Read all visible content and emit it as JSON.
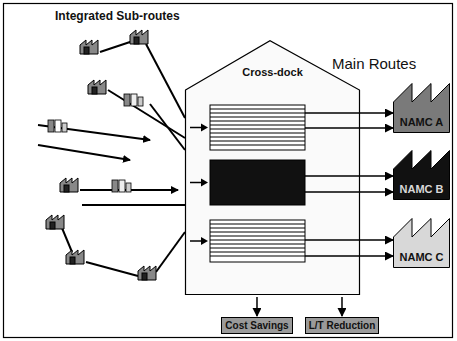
{
  "diagram": {
    "nodes": [
      {
        "text": [
          "Cross-dock"
        ]
      },
      {
        "text": [
          "NAMC A"
        ]
      },
      {
        "text": [
          "NAMC B"
        ]
      },
      {
        "text": [
          "NAMC C"
        ]
      },
      {
        "text": [
          "Cost Savings"
        ]
      },
      {
        "text": [
          "L/T Reduction"
        ]
      }
    ],
    "edges": [
      {
        "from": 0,
        "to": 1,
        "arrow": "to"
      },
      {
        "from": 0,
        "to": 1,
        "arrow": "to"
      },
      {
        "from": 0,
        "to": 2,
        "arrow": "to"
      },
      {
        "from": 0,
        "to": 2,
        "arrow": "to"
      },
      {
        "from": 0,
        "to": 3,
        "arrow": "to"
      },
      {
        "from": 0,
        "to": 3,
        "arrow": "to"
      },
      {
        "from": 0,
        "to": 4,
        "arrow": "to"
      },
      {
        "from": 0,
        "to": 5,
        "arrow": "to"
      }
    ],
    "labels": [
      "Integrated Sub-routes",
      "Main Routes"
    ]
  }
}
